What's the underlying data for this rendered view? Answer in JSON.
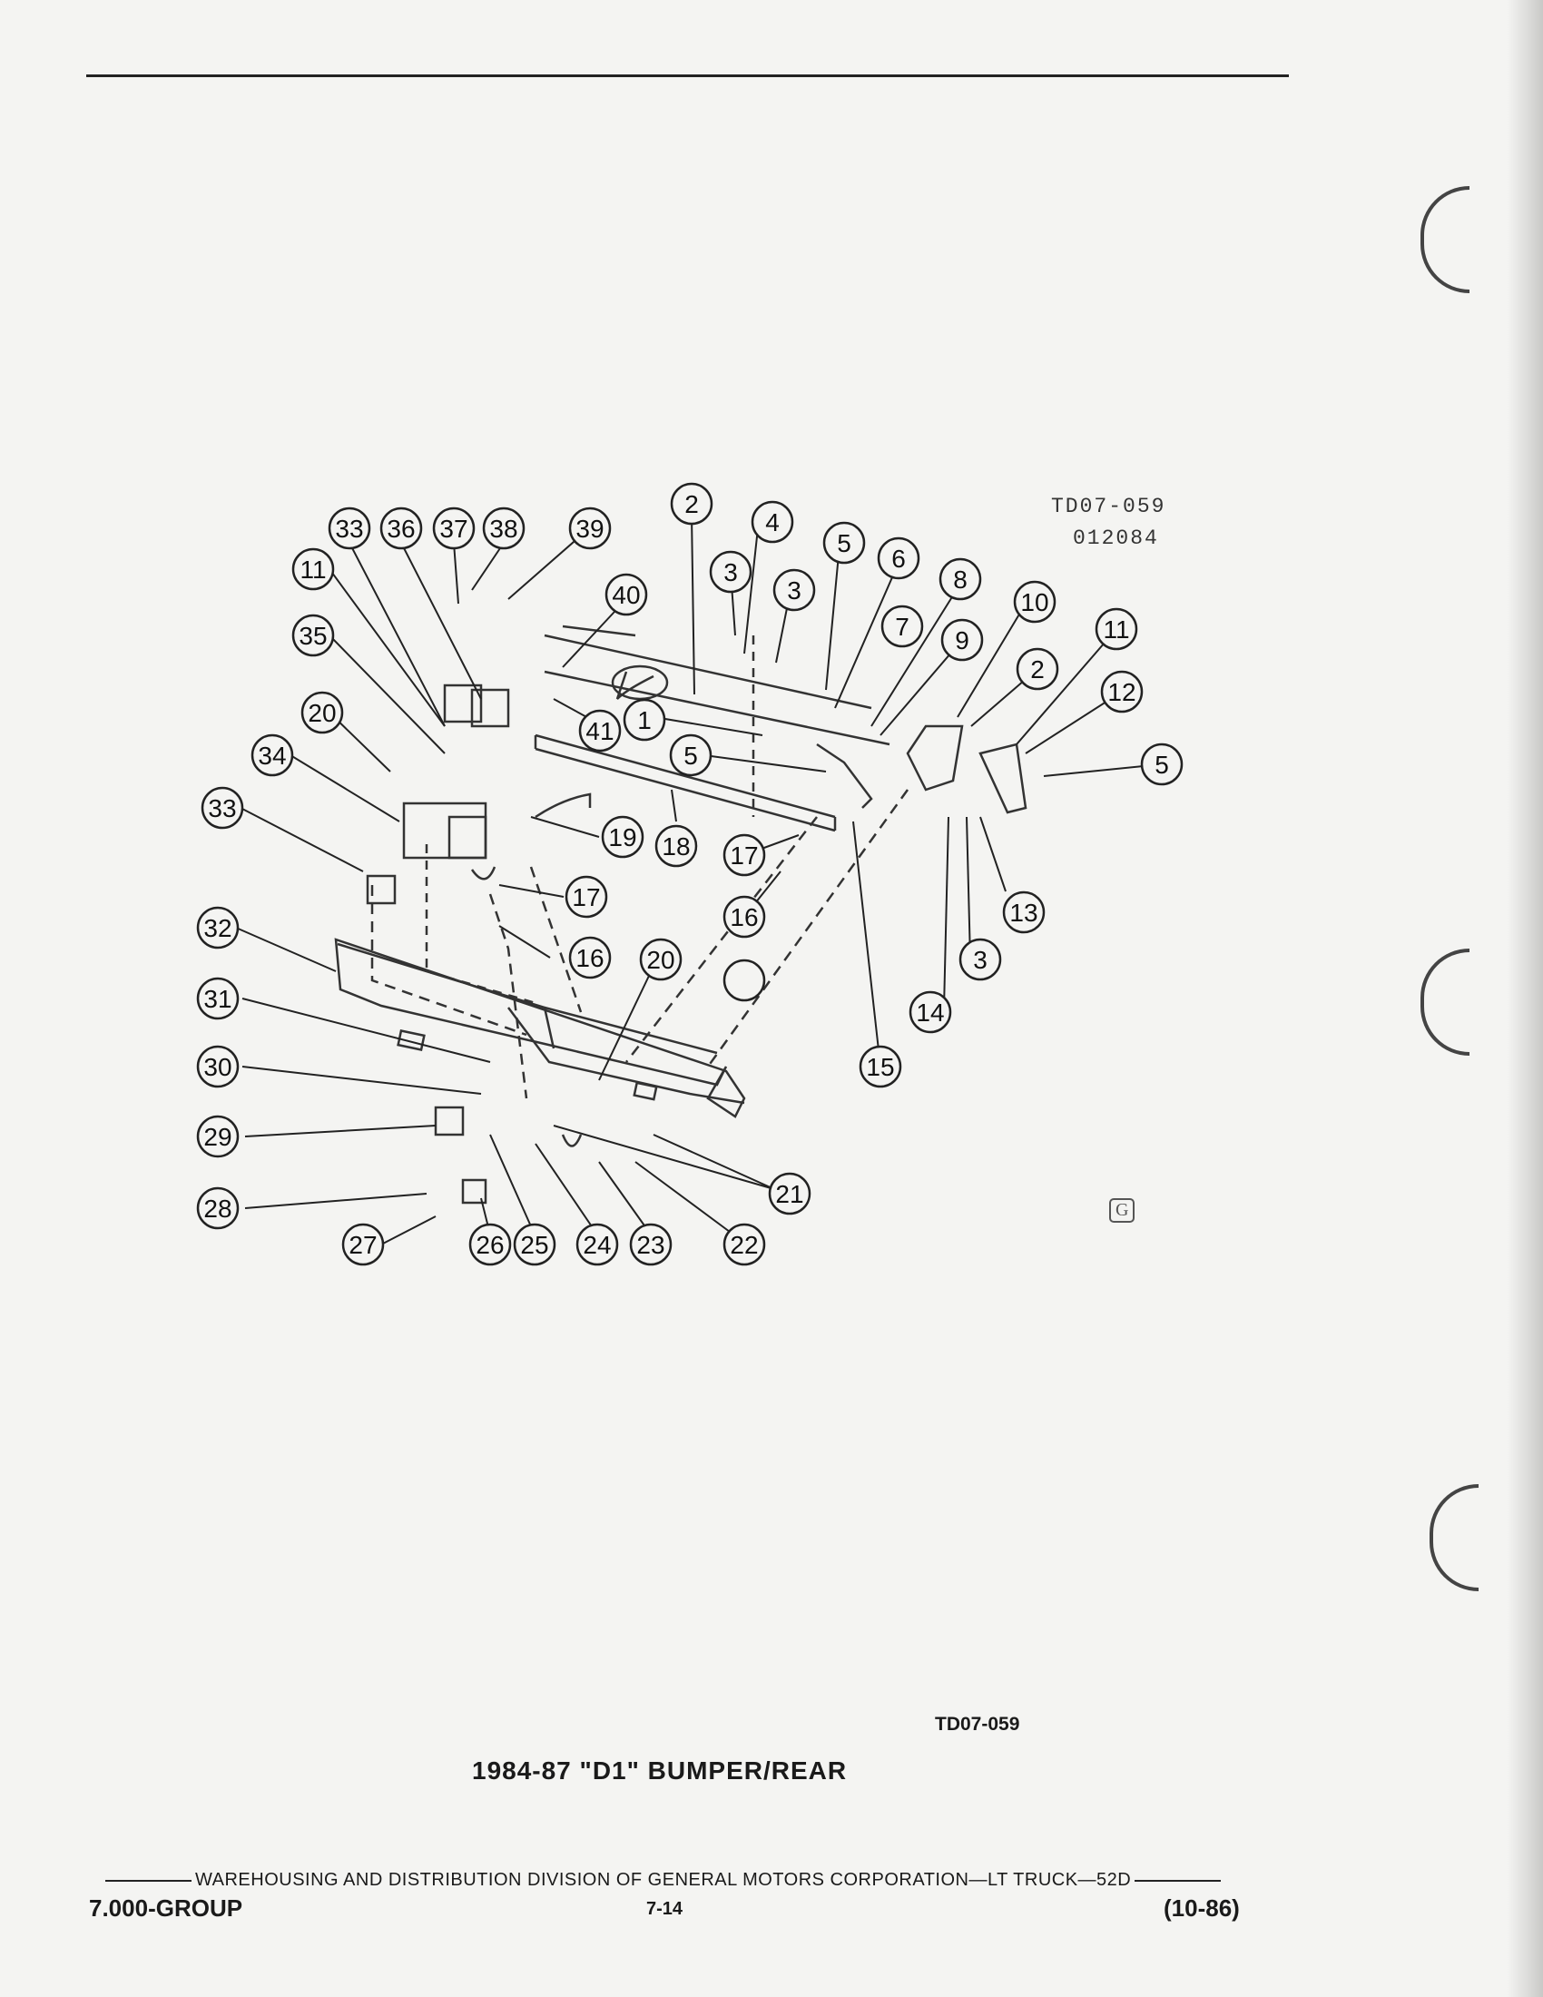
{
  "diagram": {
    "code": "TD07-059",
    "date_code": "012084",
    "callouts": [
      "33",
      "36",
      "37",
      "38",
      "39",
      "11",
      "35",
      "20",
      "34",
      "33",
      "40",
      "2",
      "4",
      "3",
      "3",
      "5",
      "6",
      "7",
      "8",
      "9",
      "10",
      "11",
      "2",
      "12",
      "5",
      "41",
      "1",
      "5",
      "19",
      "18",
      "17",
      "17",
      "16",
      "16",
      "20",
      "13",
      "3",
      "14",
      "15",
      "32",
      "31",
      "30",
      "29",
      "28",
      "27",
      "26",
      "25",
      "24",
      "23",
      "22",
      "21"
    ]
  },
  "figure": {
    "reference": "TD07-059",
    "title": "1984-87 \"D1\" BUMPER/REAR"
  },
  "footer": {
    "publisher_line": "WAREHOUSING AND DISTRIBUTION  DIVISION OF GENERAL MOTORS CORPORATION—LT TRUCK—52D",
    "group": "7.000-GROUP",
    "page": "7-14",
    "date": "(10-86)"
  }
}
